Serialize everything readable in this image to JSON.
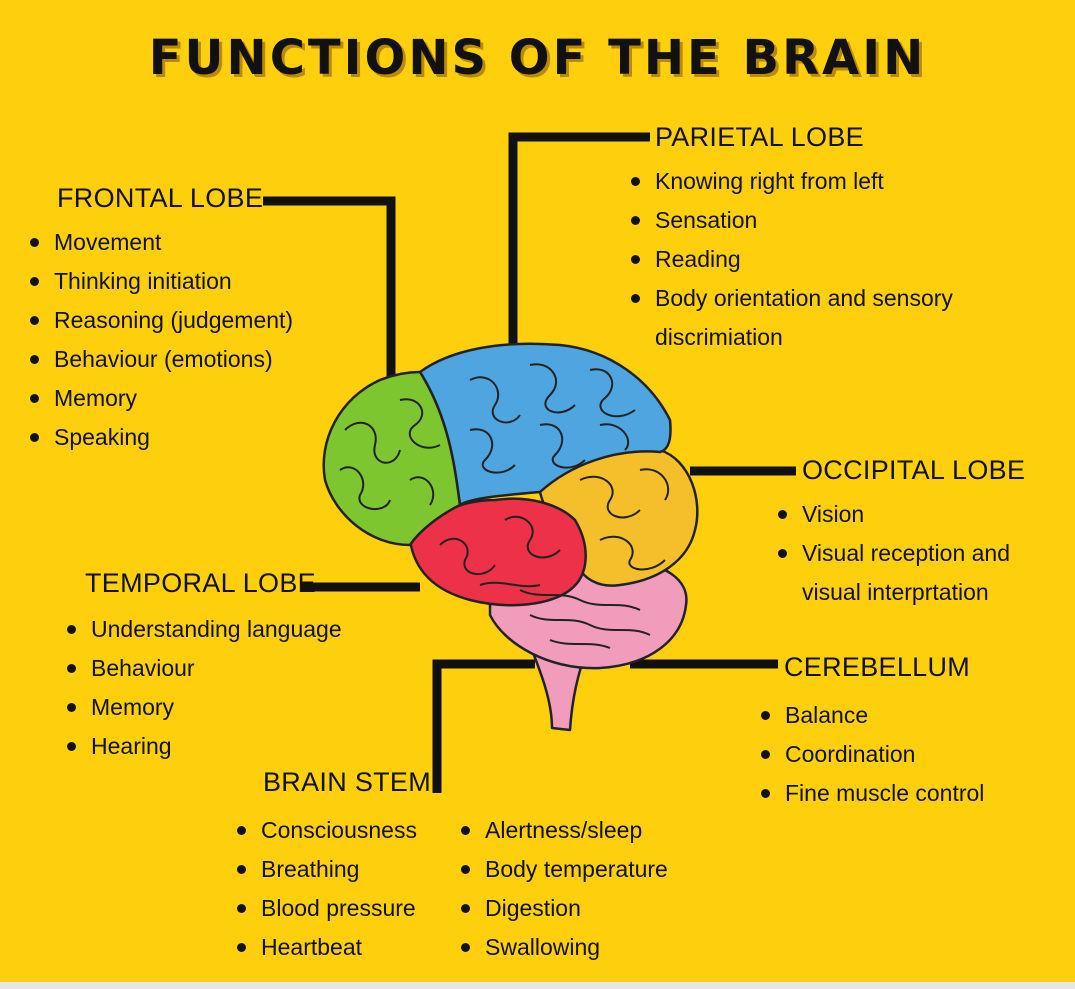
{
  "title": "FUNCTIONS OF THE BRAIN",
  "colors": {
    "background": "#fecf0d",
    "frontal": "#7ec62f",
    "parietal": "#4ea5df",
    "occipital": "#f5bf2c",
    "temporal": "#ec3148",
    "cerebellum": "#f29cbc",
    "stem": "#f29cbc",
    "line": "#111111"
  },
  "frontal": {
    "heading": "FRONTAL LOBE",
    "items": [
      "Movement",
      "Thinking initiation",
      "Reasoning (judgement)",
      "Behaviour (emotions)",
      "Memory",
      "Speaking"
    ]
  },
  "parietal": {
    "heading": "PARIETAL LOBE",
    "items": [
      "Knowing right from left",
      "Sensation",
      "Reading",
      "Body orientation and sensory discrimiation"
    ]
  },
  "occipital": {
    "heading": "OCCIPITAL LOBE",
    "items": [
      "Vision",
      "Visual reception and visual interprtation"
    ]
  },
  "temporal": {
    "heading": "TEMPORAL LOBE",
    "items": [
      "Understanding language",
      "Behaviour",
      "Memory",
      "Hearing"
    ]
  },
  "cerebellum": {
    "heading": "CEREBELLUM",
    "items": [
      "Balance",
      "Coordination",
      "Fine muscle control"
    ]
  },
  "brain_stem": {
    "heading": "BRAIN STEM",
    "items_left": [
      "Consciousness",
      "Breathing",
      "Blood pressure",
      "Heartbeat"
    ],
    "items_right": [
      "Alertness/sleep",
      "Body temperature",
      "Digestion",
      "Swallowing"
    ]
  }
}
